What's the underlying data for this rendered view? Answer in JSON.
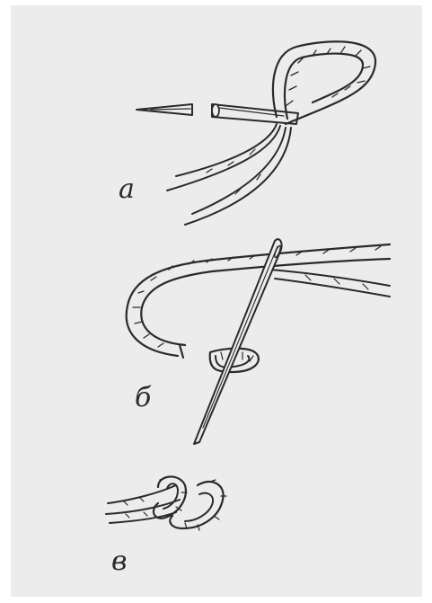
{
  "figure": {
    "labels": {
      "a": "а",
      "b": "б",
      "c": "в"
    }
  },
  "colors": {
    "paper": "#ececec",
    "ink": "#2a2a2a",
    "background": "#ffffff"
  },
  "icons": {
    "a": "needle-threading-step-a",
    "b": "needle-through-cord-loop-step-b",
    "c": "finished-cord-join-step-c"
  }
}
